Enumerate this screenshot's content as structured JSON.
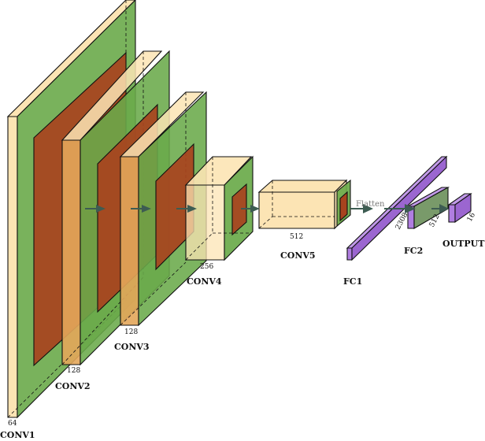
{
  "layers": {
    "conv1": {
      "label": "CONV1",
      "size": "64"
    },
    "conv2": {
      "label": "CONV2",
      "size": "128"
    },
    "conv3": {
      "label": "CONV3",
      "size": "128"
    },
    "conv4": {
      "label": "CONV4",
      "size": "256"
    },
    "conv5": {
      "label": "CONV5",
      "size": "512"
    },
    "fc1": {
      "label": "FC1",
      "size": "2308"
    },
    "fc2": {
      "label": "FC2",
      "size": "512"
    },
    "output": {
      "label": "OUTPUT",
      "size": "16"
    }
  },
  "flatten_label": "Flatten",
  "colors": {
    "conv_face": "#fce4b4",
    "activation": "#6aaa4a",
    "pool": "#a8431e",
    "fc": "#b07ee0",
    "arrow": "#3d5c52"
  }
}
